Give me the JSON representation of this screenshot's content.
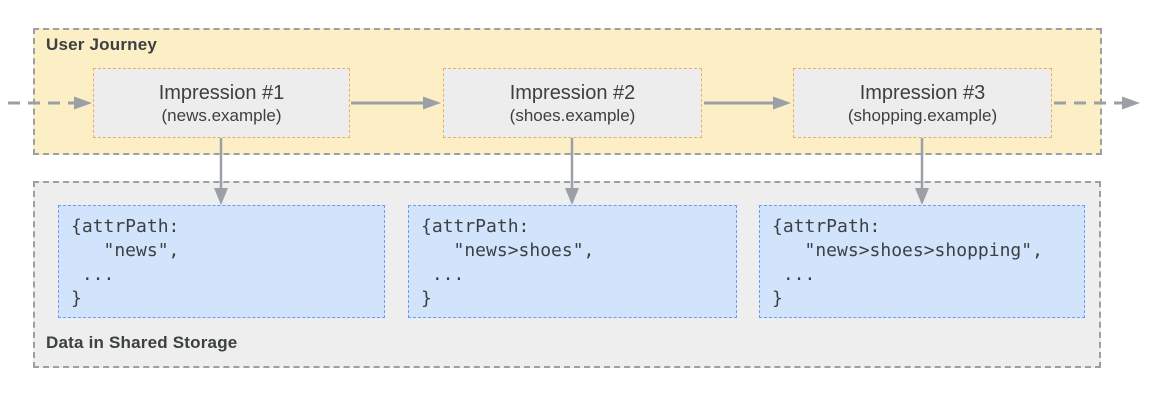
{
  "journey": {
    "label": "User Journey",
    "nodes": [
      {
        "title": "Impression #1",
        "subtitle": "(news.example)"
      },
      {
        "title": "Impression #2",
        "subtitle": "(shoes.example)"
      },
      {
        "title": "Impression #3",
        "subtitle": "(shopping.example)"
      }
    ]
  },
  "storage": {
    "label": "Data in Shared Storage",
    "entries": [
      {
        "code": "{attrPath:\n   \"news\",\n ...\n}"
      },
      {
        "code": "{attrPath:\n   \"news>shoes\",\n ...\n}"
      },
      {
        "code": "{attrPath:\n   \"news>shoes>shopping\",\n ...\n}"
      }
    ]
  },
  "colors": {
    "journey_band_bg": "#FCEFC6",
    "band_border": "#9AA0A6",
    "node_bg": "#EDEDED",
    "node_border": "#F3AB5C",
    "storage_band_bg": "#EEEEEE",
    "entry_bg": "#D2E3FC",
    "entry_border": "#669DF6",
    "arrow": "#9AA0A6",
    "text": "#3C4043"
  }
}
